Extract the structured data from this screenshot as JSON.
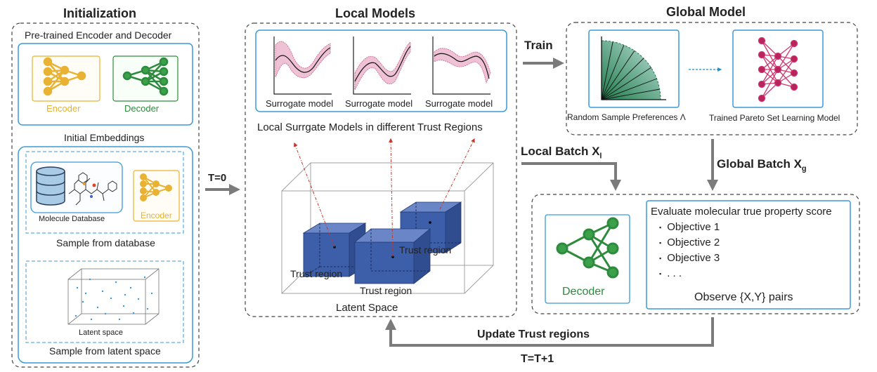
{
  "initialization": {
    "title": "Initialization",
    "pretrained_title": "Pre-trained Encoder and Decoder",
    "encoder_label": "Encoder",
    "decoder_label": "Decoder",
    "initial_embeddings_title": "Initial Embeddings",
    "molecule_db_label": "Molecule Database",
    "encoder_label_2": "Encoder",
    "sample_db_caption": "Sample from database",
    "latent_space_label": "Latent space",
    "sample_latent_caption": "Sample from latent space"
  },
  "t0_label": "T=0",
  "local_models": {
    "title": "Local Models",
    "surrogate_labels": [
      "Surrogate model",
      "Surrogate model",
      "Surrogate model"
    ],
    "surrogate_caption": "Local Surrgate Models in different Trust Regions",
    "trust_region_labels": [
      "Trust region",
      "Trust region",
      "Trust region"
    ],
    "latent_space_caption": "Latent Space"
  },
  "train_label": "Train",
  "global_model": {
    "title": "Global Model",
    "random_sample_caption": "Random Sample Preferences Λ",
    "trained_psl_caption": "Trained Pareto Set Learning Model"
  },
  "local_batch": {
    "text": "Local Batch X",
    "sub": "l"
  },
  "global_batch": {
    "text": "Global Batch X",
    "sub": "g"
  },
  "evaluation": {
    "decoder_label": "Decoder",
    "title": "Evaluate molecular true property score",
    "objectives": [
      "Objective 1",
      "Objective 2",
      "Objective 3",
      ". . ."
    ],
    "bullet": "▪",
    "observe_caption": "Observe {X,Y} pairs"
  },
  "update_label": "Update Trust regions",
  "loop_label": "T=T+1",
  "colors": {
    "encoder": "#e9b233",
    "decoder": "#2e8b3e",
    "psl_net": "#d0356e",
    "box_border": "#3a9ad9",
    "cube": "#3d5ea8",
    "arrow": "#7b7b7b"
  }
}
